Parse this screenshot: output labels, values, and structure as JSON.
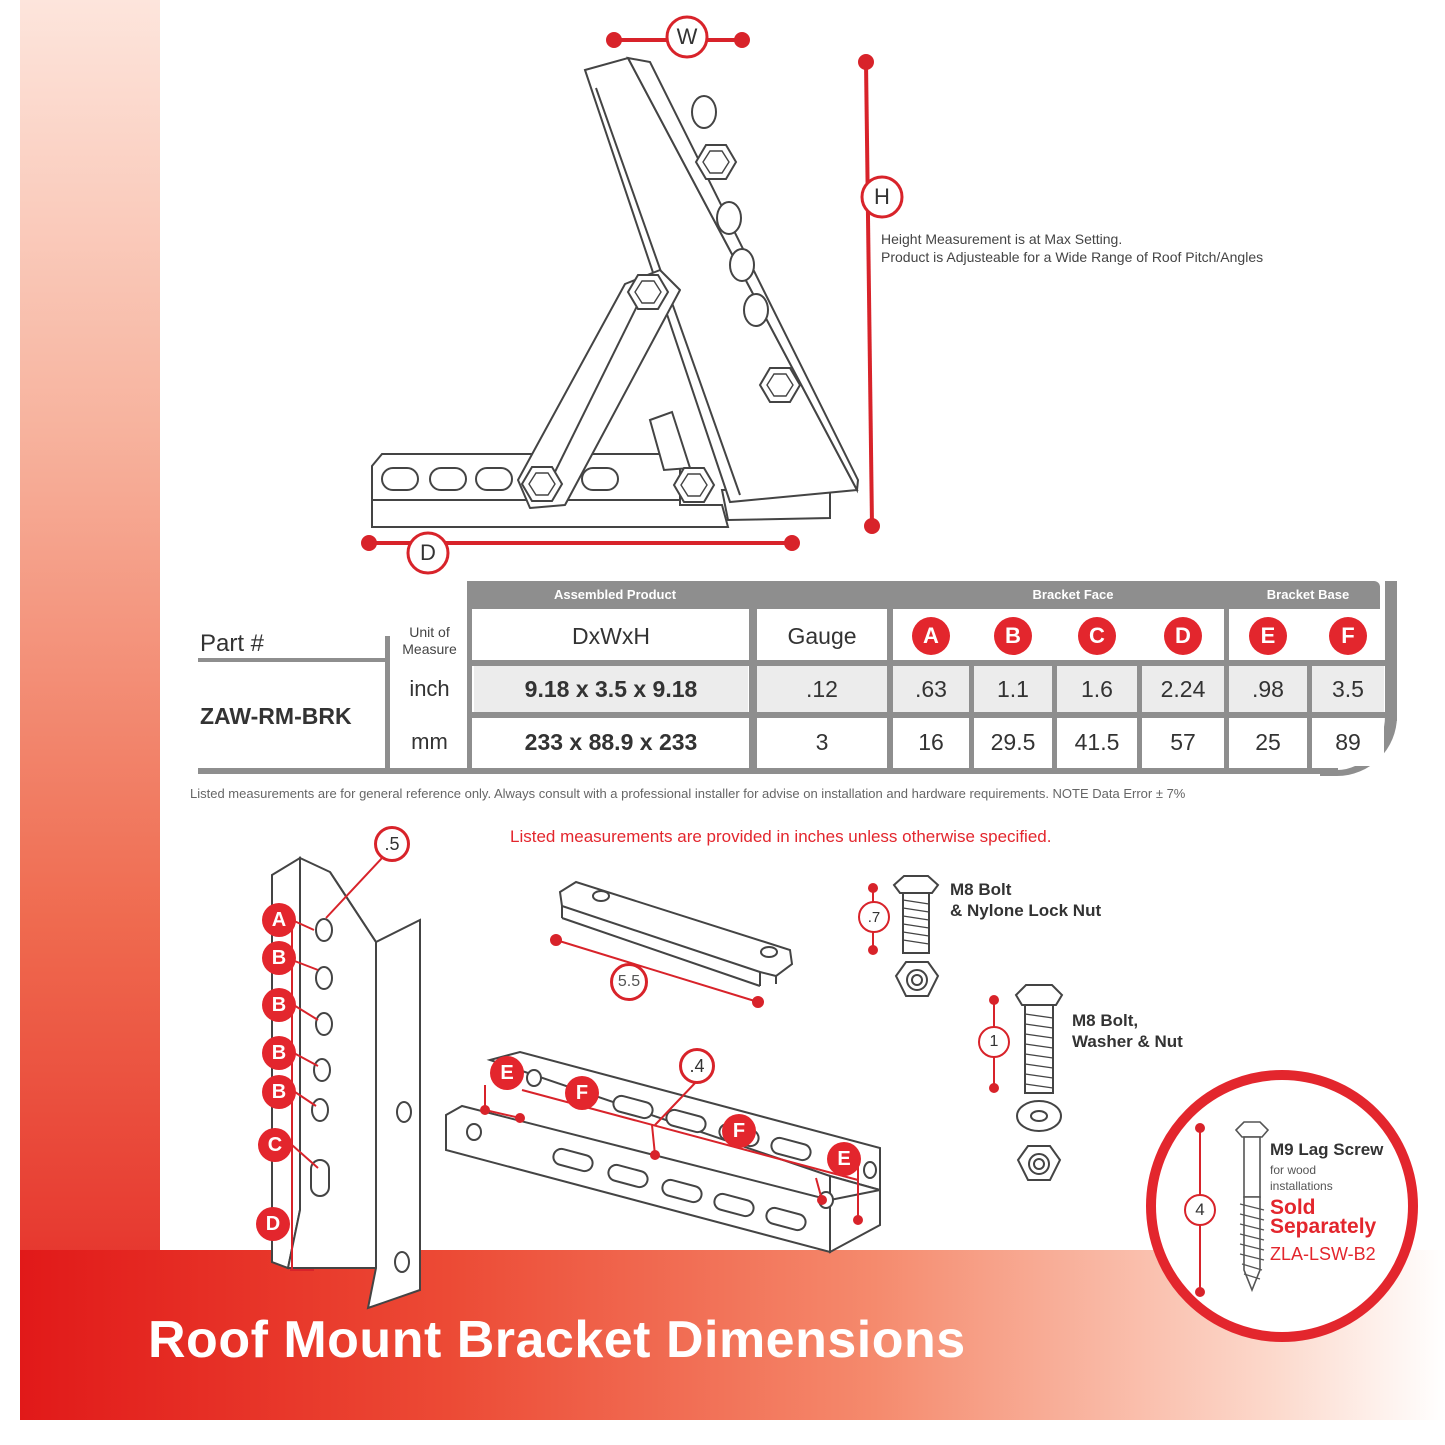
{
  "title": "Roof Mount Bracket Dimensions",
  "dimension_labels": {
    "w": "W",
    "h": "H",
    "d": "D"
  },
  "height_note": [
    "Height Measurement is at Max Setting.",
    "Product is Adjusteable for a Wide Range of Roof  Pitch/Angles"
  ],
  "table": {
    "groups": {
      "assembled": "Assembled Product",
      "face": "Bracket Face",
      "base": "Bracket Base"
    },
    "part_label": "Part #",
    "part_number": "ZAW-RM-BRK",
    "unit_header": [
      "Unit of",
      "Measure"
    ],
    "dxwxh_header": "DxWxH",
    "gauge_header": "Gauge",
    "letters": [
      "A",
      "B",
      "C",
      "D",
      "E",
      "F"
    ],
    "rows": [
      {
        "unit": "inch",
        "dxwxh": "9.18 x 3.5 x 9.18",
        "gauge": ".12",
        "values": [
          ".63",
          "1.1",
          "1.6",
          "2.24",
          ".98",
          "3.5"
        ]
      },
      {
        "unit": "mm",
        "dxwxh": "233 x 88.9 x 233",
        "gauge": "3",
        "values": [
          "16",
          "29.5",
          "41.5",
          "57",
          "25",
          "89"
        ]
      }
    ]
  },
  "disclaimer": "Listed measurements are for general reference only. Always consult with a professional installer for advise on installation and hardware requirements. NOTE Data Error ± 7%",
  "units_note": "Listed measurements are provided in inches unless otherwise specified.",
  "face_labels": {
    "thickness": ".5",
    "letters": [
      "A",
      "B",
      "B",
      "B",
      "B",
      "C",
      "D"
    ]
  },
  "link_label": "5.5",
  "base_labels": {
    "thickness": ".4",
    "letters": [
      "E",
      "F",
      "F",
      "E"
    ]
  },
  "hardware": {
    "bolt1": {
      "dim": ".7",
      "lines": [
        "M8 Bolt",
        "& Nylone Lock Nut"
      ]
    },
    "bolt2": {
      "dim": "1",
      "lines": [
        "M8 Bolt,",
        "Washer & Nut"
      ]
    },
    "lag": {
      "dim": "4",
      "title": "M9 Lag Screw",
      "sub": [
        "for wood",
        "installations"
      ],
      "sold": [
        "Sold",
        "Separately"
      ],
      "sku": "ZLA-LSW-B2"
    }
  },
  "colors": {
    "accent": "#e3262d",
    "header_gray": "#8e8e8e",
    "row_shade": "#ececec"
  }
}
